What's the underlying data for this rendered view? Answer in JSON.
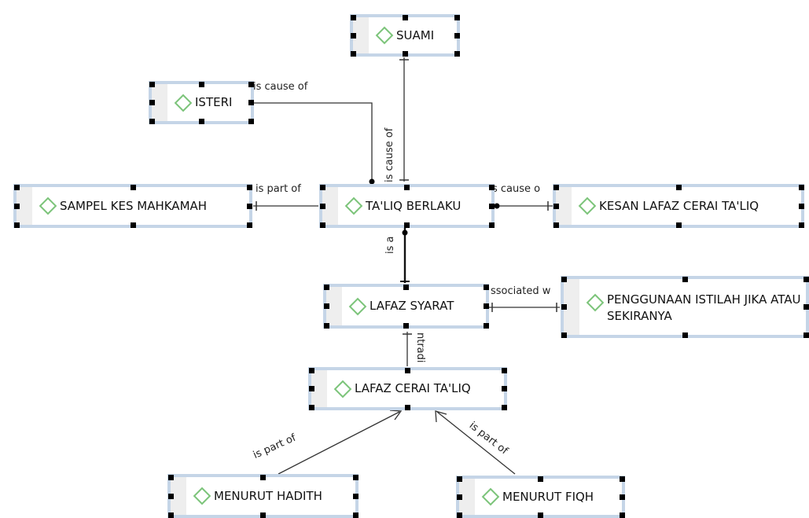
{
  "nodes": {
    "suami": "SUAMI",
    "isteri": "ISTERI",
    "sampel": "SAMPEL KES MAHKAMAH",
    "taliq": "TA'LIQ BERLAKU",
    "kesan": "KESAN LAFAZ CERAI TA'LIQ",
    "lafaz_syarat": "LAFAZ SYARAT",
    "penggunaan": "PENGGUNAAN ISTILAH JIKA ATAU SEKIRANYA",
    "lafaz_cerai": "LAFAZ CERAI TA'LIQ",
    "hadith": "MENURUT HADITH",
    "fiqh": "MENURUT FIQH"
  },
  "edges": {
    "isteri_taliq": "is cause of",
    "suami_taliq": "is cause of",
    "sampel_taliq": "is part of",
    "taliq_kesan": "s cause o",
    "taliq_syarat": "is a",
    "penggunaan_syarat": "ssociated w",
    "cerai_syarat": "ntradi",
    "hadith_cerai": "is part of",
    "fiqh_cerai": "is part of"
  },
  "colors": {
    "node_border": "#c5d5e7",
    "diamond": "#7cc47a",
    "handle": "#000000",
    "edge": "#333333"
  }
}
